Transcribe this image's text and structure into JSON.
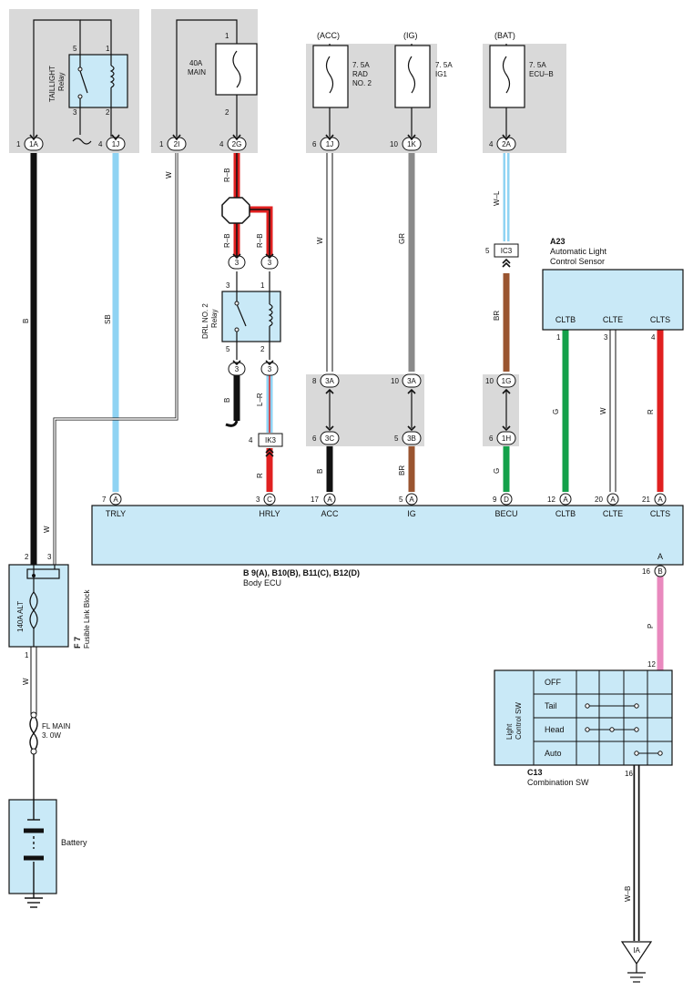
{
  "top": {
    "acc": "(ACC)",
    "ig": "(IG)",
    "bat": "(BAT)",
    "fuse_rad": [
      "7. 5A",
      "RAD",
      "NO. 2"
    ],
    "fuse_ig1": [
      "7. 5A",
      "IG1"
    ],
    "fuse_ecub": [
      "7. 5A",
      "ECU–B"
    ],
    "main_fuse": [
      "40A",
      "MAIN"
    ],
    "taillight_relay": [
      "TAILLIGHT",
      "Relay"
    ]
  },
  "connectors": {
    "c1A": "1A",
    "c1J_tail": "1J",
    "c2I": "2I",
    "c2G": "2G",
    "c1J_acc": "1J",
    "c1K": "1K",
    "c2A": "2A",
    "cIC3": "IC3",
    "cIK3": "IK3",
    "c3A_a": "3A",
    "c3A_b": "3A",
    "c1G": "1G",
    "c3C": "3C",
    "c3B": "3B",
    "c1H": "1H",
    "c3_a": "3",
    "c3_b": "3",
    "c3_c": "3",
    "c3_d": "3",
    "A": "A",
    "C": "C",
    "D": "D",
    "B": "B",
    "IA": "IA"
  },
  "pins": {
    "p5": "5",
    "p1": "1",
    "p3": "3",
    "p2": "2",
    "p1_1A": "1",
    "p4_1J": "4",
    "p1_2I": "1",
    "p4_2G": "4",
    "p6_1J": "6",
    "p10_1K": "10",
    "p4_2A": "4",
    "p5_IC3": "5",
    "p8_3A": "8",
    "p10_3A": "10",
    "p10_1G": "10",
    "p6_3C": "6",
    "p5_3B": "5",
    "p6_1H": "6",
    "p4_IK3": "4",
    "p7": "7",
    "p3c": "3",
    "p17": "17",
    "p5a": "5",
    "p9": "9",
    "p12": "12",
    "p20": "20",
    "p21": "21",
    "p16": "16",
    "sensor1": "1",
    "sensor3": "3",
    "sensor4": "4",
    "fl2": "2",
    "fl3": "3",
    "fl1": "1",
    "csw12": "12",
    "csw16": "16",
    "drl3": "3",
    "drl1": "1",
    "drl5": "5",
    "drl2": "2",
    "pin1": "1",
    "pin2": "2"
  },
  "wires": {
    "B": "B",
    "SB": "SB",
    "W1": "W",
    "RB1": "R–B",
    "RB2": "R–B",
    "RB3": "R–B",
    "W2": "W",
    "GR": "GR",
    "WL": "W–L",
    "BR1": "BR",
    "B2": "B",
    "LR": "L–R",
    "R1": "R",
    "B3": "B",
    "BR2": "BR",
    "G1": "G",
    "G2": "G",
    "W3": "W",
    "R2": "R",
    "W4": "W",
    "P": "P",
    "W5": "W",
    "WB": "W–B"
  },
  "sensor": {
    "code": "A23",
    "name": [
      "Automatic Light",
      "Control Sensor"
    ],
    "pins": [
      "CLTB",
      "CLTE",
      "CLTS"
    ]
  },
  "ecu": {
    "terminals": [
      "TRLY",
      "HRLY",
      "ACC",
      "IG",
      "BECU",
      "CLTB",
      "CLTE",
      "CLTS"
    ],
    "code": "B 9(A), B10(B), B11(C), B12(D)",
    "name": "Body ECU",
    "a_label": "A"
  },
  "drl": {
    "name": [
      "DRL NO. 2",
      "Relay"
    ]
  },
  "fusible": {
    "code": "F 7",
    "name": "Fusible Link Block",
    "alt": "140A ALT"
  },
  "flmain": [
    "FL MAIN",
    "3. 0W"
  ],
  "battery": "Battery",
  "switch": {
    "code": "C13",
    "name": "Combination SW",
    "side": [
      "Light",
      "Control SW"
    ],
    "rows": [
      "OFF",
      "Tail",
      "Head",
      "Auto"
    ]
  },
  "colors": {
    "black": "#111111",
    "skyblue": "#8fd3f3",
    "red": "#e02020",
    "grey": "#8a8a8a",
    "brown": "#9a5530",
    "green": "#13a14a",
    "pink": "#e989be",
    "fill": "#c9e9f7"
  }
}
